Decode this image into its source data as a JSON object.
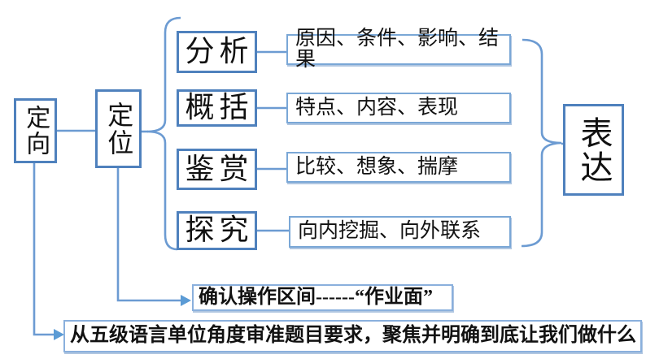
{
  "colors": {
    "accent_blue": "#4f81bd",
    "line_blue": "#6c9bd2",
    "detail_border_blue": "#7aa7d6",
    "text_black": "#111111"
  },
  "flowchart": {
    "stage1": {
      "label": "定向"
    },
    "stage2": {
      "label": "定位"
    },
    "operations": [
      {
        "label": "分析",
        "detail": "原因、条件、影响、结果"
      },
      {
        "label": "概括",
        "detail": "特点、内容、表现"
      },
      {
        "label": "鉴赏",
        "detail": "比较、想象、揣摩"
      },
      {
        "label": "探究",
        "detail": "向内挖掘、向外联系"
      }
    ],
    "stage3": {
      "label": "表达"
    },
    "stage2_note": "确认操作区间------“作业面”",
    "stage1_note": "从五级语言单位角度审准题目要求，聚焦并明确到底让我们做什么"
  }
}
